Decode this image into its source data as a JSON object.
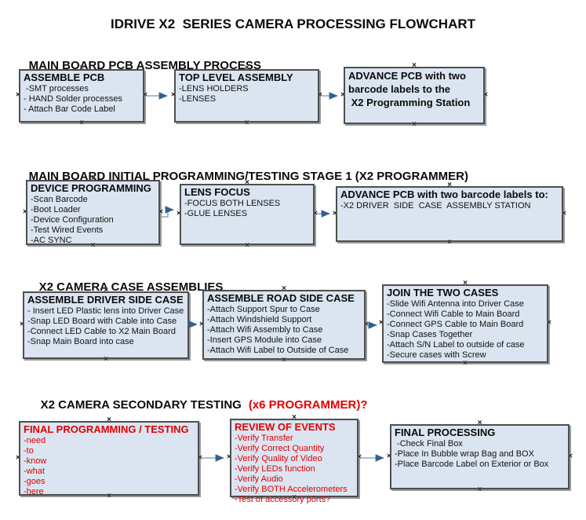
{
  "title": "IDRIVE X2  SERIES CAMERA PROCESSING FLOWCHART",
  "colors": {
    "box_fill": "#dbe5f1",
    "box_border": "#4e4e4e",
    "red_text": "#e00000",
    "arrow_line": "#8da9c4",
    "arrow_head": "#365f91"
  },
  "decoration": {
    "anchor_glyph": "×"
  },
  "sections": [
    {
      "header": "MAIN BOARD PCB ASSEMBLY PROCESS",
      "boxes": [
        {
          "title": "ASSEMBLE PCB",
          "items": [
            " -SMT processes",
            "- HAND Solder processes",
            "- Attach Bar Code Label"
          ]
        },
        {
          "title": "TOP LEVEL ASSEMBLY",
          "items": [
            "-LENS HOLDERS",
            "-LENSES"
          ]
        },
        {
          "title": "ADVANCE PCB with two\nbarcode labels to the\n X2 Programming Station",
          "items": []
        }
      ]
    },
    {
      "header": "MAIN BOARD INITIAL PROGRAMMING/TESTING STAGE 1 (X2 PROGRAMMER)",
      "boxes": [
        {
          "title": "DEVICE PROGRAMMING",
          "items": [
            "-Scan Barcode",
            "-Boot Loader",
            "-Device Configuration",
            "-Test Wired Events",
            "-AC SYNC"
          ]
        },
        {
          "title": "LENS FOCUS",
          "items": [
            "-FOCUS BOTH LENSES",
            "-GLUE LENSES"
          ]
        },
        {
          "title": "ADVANCE PCB with two barcode labels to:",
          "items": [
            "-X2 DRIVER  SIDE  CASE  ASSEMBLY STATION"
          ]
        }
      ]
    },
    {
      "header": "X2 CAMERA CASE ASSEMBLIES",
      "boxes": [
        {
          "title": "ASSEMBLE DRIVER SIDE CASE",
          "items": [
            "- Insert LED Plastic lens into Driver Case",
            "-Snap LED Board with Cable into Case",
            "-Connect LED Cable to X2 Main Board",
            "-Snap Main Board into case"
          ]
        },
        {
          "title": "ASSEMBLE ROAD SIDE CASE",
          "items": [
            "-Attach Support Spur to Case",
            "-Attach Windshield Support",
            "-Attach Wifi Assembly to Case",
            "-Insert GPS Module into Case",
            "-Attach Wifi Label to Outside of Case"
          ]
        },
        {
          "title": "JOIN THE TWO CASES",
          "items": [
            "-Slide Wifi Antenna into Driver Case",
            "-Connect Wifi Cable to Main Board",
            "-Connect GPS Cable to Main Board",
            "-Snap Cases Together",
            "-Attach S/N Label to outside of case",
            "-Secure cases with Screw"
          ]
        }
      ]
    },
    {
      "header": "X2 CAMERA SECONDARY TESTING",
      "header_red": "(x6 PROGRAMMER)?",
      "boxes": [
        {
          "title": "FINAL PROGRAMMING / TESTING",
          "items": [
            "-need",
            "-to",
            "-know",
            "-what",
            "-goes",
            "-here"
          ]
        },
        {
          "title": "REVIEW OF EVENTS",
          "items": [
            "-Verify Transfer",
            "-Verify Correct Quantity",
            "-Verify Quality of Video",
            "-Verify LEDs function",
            "-Verify Audio",
            "-Verify BOTH Accelerometers",
            "-Test of accessory ports?"
          ]
        },
        {
          "title": "FINAL PROCESSING",
          "items": [
            " -Check Final Box",
            "-Place In Bubble wrap Bag and BOX",
            "-Place Barcode Label on Exterior or Box"
          ]
        }
      ]
    }
  ]
}
